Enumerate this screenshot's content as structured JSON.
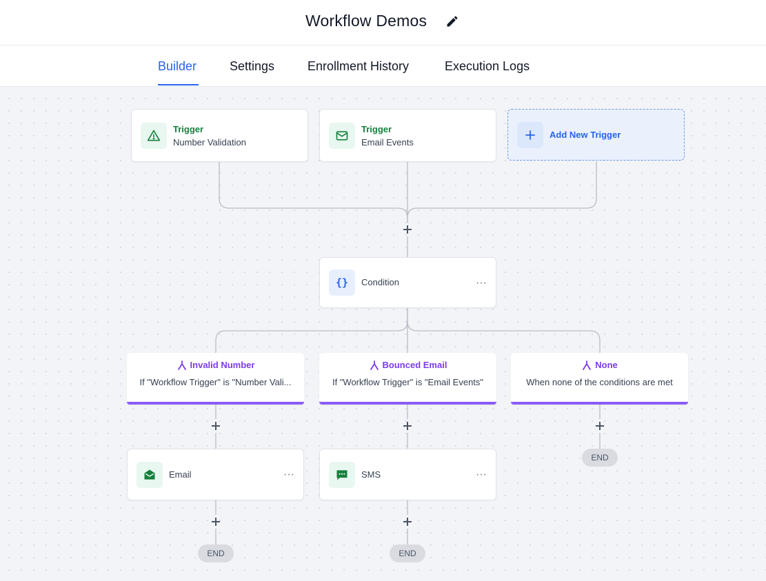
{
  "header": {
    "title": "Workflow Demos",
    "edit_icon": "pencil-icon"
  },
  "tabs": [
    {
      "label": "Builder",
      "active": true
    },
    {
      "label": "Settings",
      "active": false
    },
    {
      "label": "Enrollment History",
      "active": false
    },
    {
      "label": "Execution Logs",
      "active": false
    }
  ],
  "triggers": [
    {
      "title": "Trigger",
      "subtitle": "Number Validation",
      "icon": "warning-triangle-icon"
    },
    {
      "title": "Trigger",
      "subtitle": "Email Events",
      "icon": "envelope-icon"
    }
  ],
  "add_trigger": {
    "label": "Add New Trigger",
    "icon": "plus-icon"
  },
  "condition": {
    "label": "Condition",
    "icon": "braces-icon",
    "menu": "···"
  },
  "branches": [
    {
      "title": "Invalid Number",
      "description": "If \"Workflow Trigger\" is \"Number Vali..."
    },
    {
      "title": "Bounced Email",
      "description": "If \"Workflow Trigger\" is \"Email Events\""
    },
    {
      "title": "None",
      "description": "When none of the conditions are met"
    }
  ],
  "actions": [
    {
      "label": "Email",
      "icon": "email-open-icon",
      "menu": "···"
    },
    {
      "label": "SMS",
      "icon": "chat-message-icon",
      "menu": "···"
    }
  ],
  "end_label": "END",
  "colors": {
    "accent": "#2563eb",
    "trigger_green": "#15803d",
    "branch_purple": "#7c3aed"
  }
}
